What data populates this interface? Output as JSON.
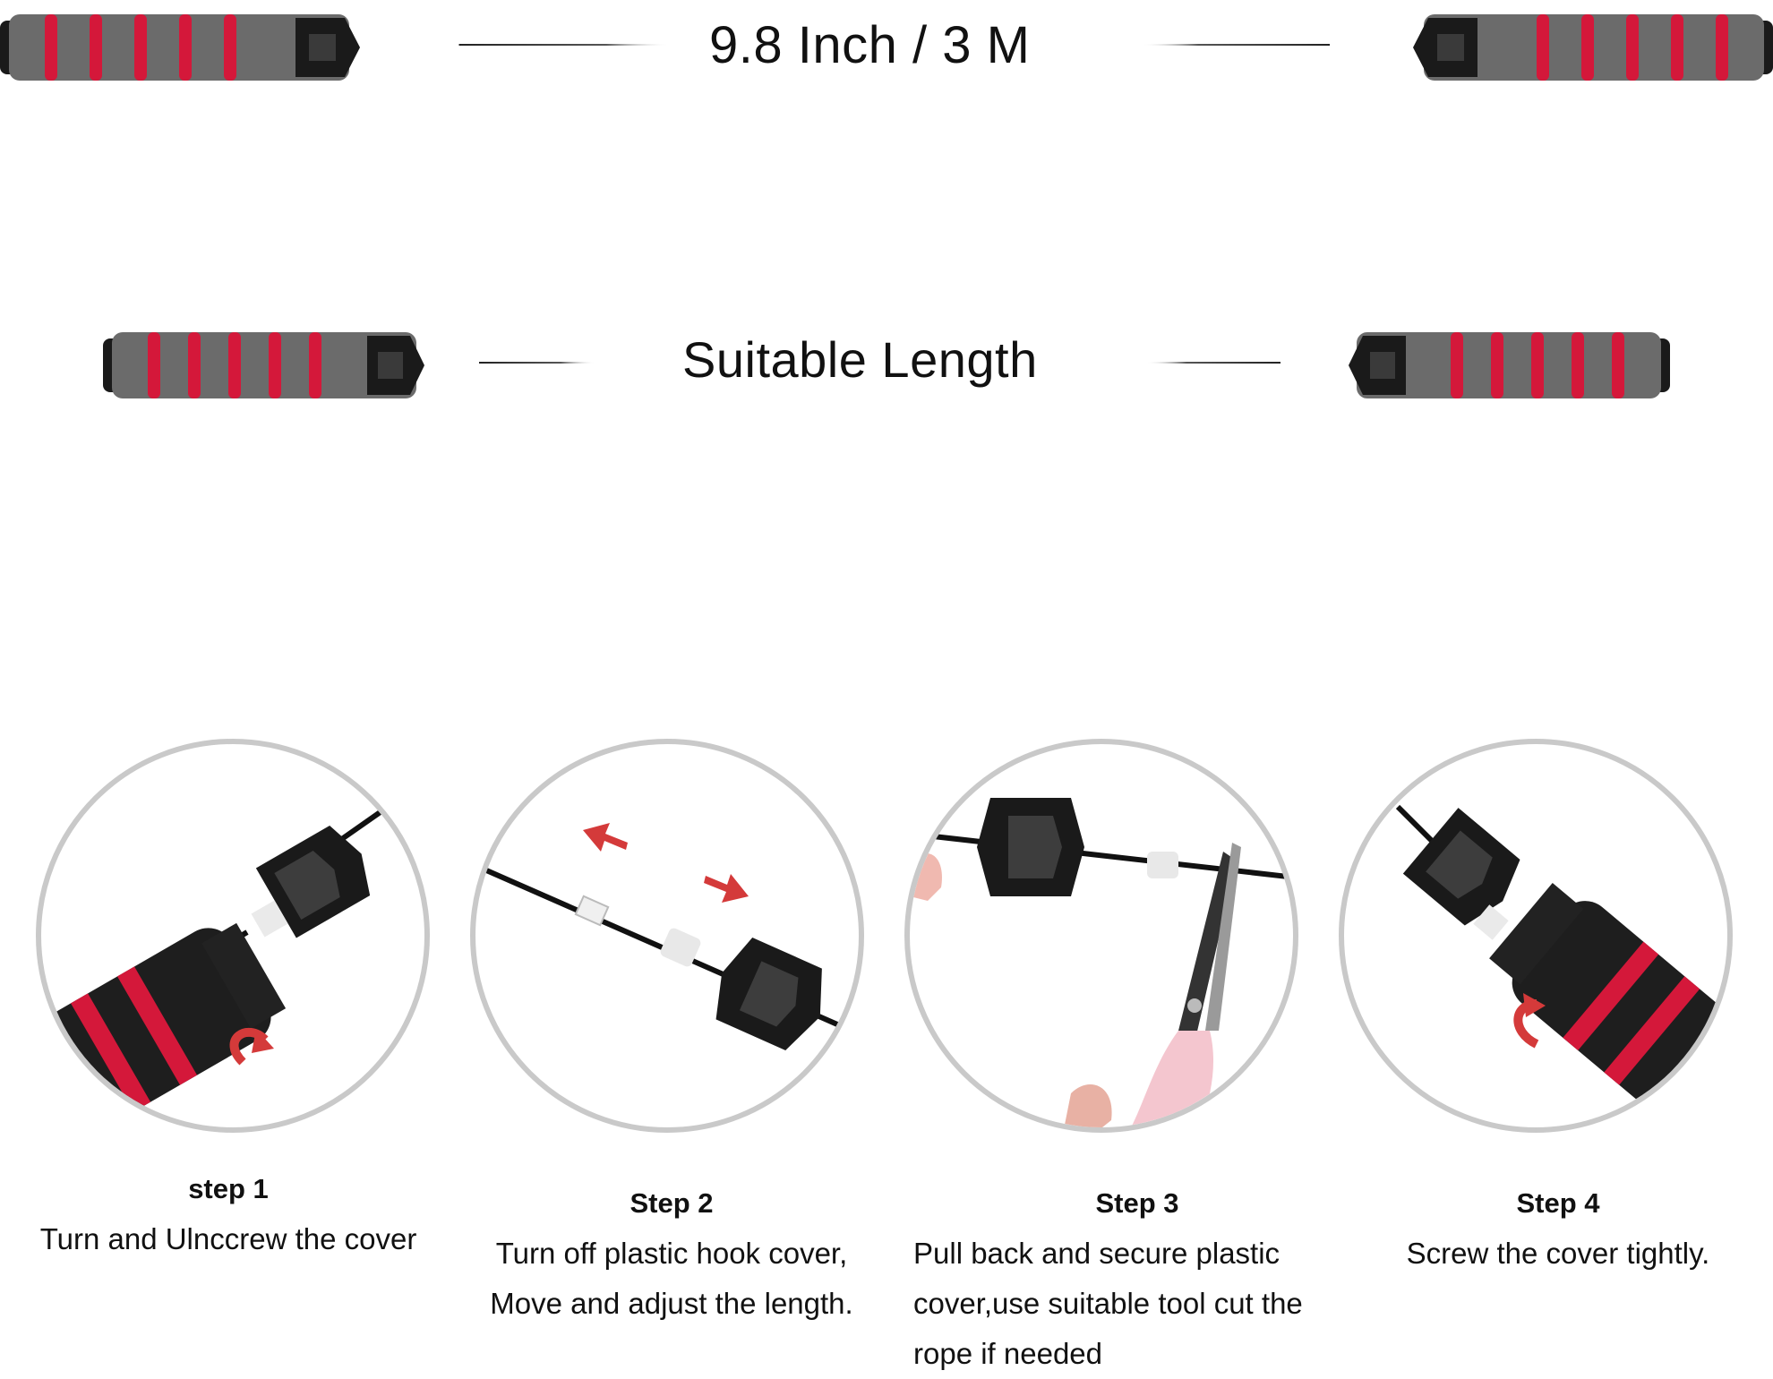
{
  "rope_full": {
    "label": "9.8 Inch / 3 M"
  },
  "rope_adjusted": {
    "label": "Suitable Length"
  },
  "colors": {
    "handle_gray": "#6b6b6b",
    "foam_red": "#d4183a",
    "cap_black": "#1a1a1a",
    "circle_border": "#c9c9c9",
    "arrow_red": "#d43a3a"
  },
  "steps": [
    {
      "title": "step 1",
      "lines": [
        "Turn and Ulnccrew the cover"
      ],
      "icon": "handle-unscrew-icon"
    },
    {
      "title": "Step 2",
      "lines": [
        "Turn off plastic hook cover,",
        "Move and adjust the length."
      ],
      "icon": "rope-adjust-icon"
    },
    {
      "title": "Step 3",
      "lines": [
        "Pull back and secure plastic",
        "cover,use suitable tool cut the",
        "rope if needed"
      ],
      "icon": "scissors-cut-icon"
    },
    {
      "title": "Step 4",
      "lines": [
        "Screw the cover tightly."
      ],
      "icon": "handle-screw-icon"
    }
  ]
}
